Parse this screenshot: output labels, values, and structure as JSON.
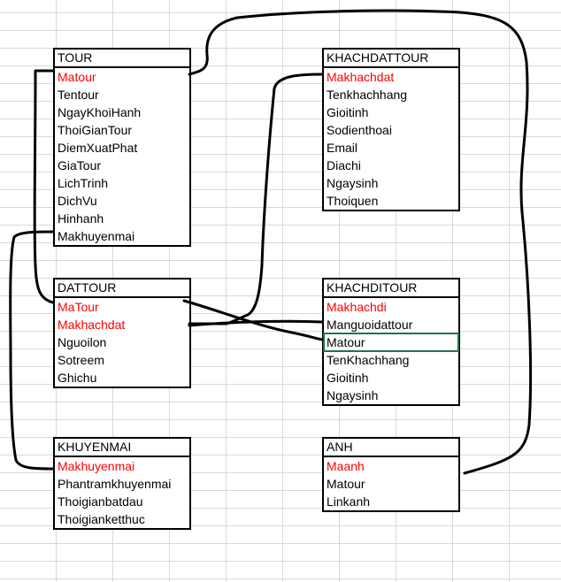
{
  "entities": {
    "tour": {
      "title": "TOUR",
      "fields": [
        "Matour",
        "Tentour",
        "NgayKhoiHanh",
        "ThoiGianTour",
        "DiemXuatPhat",
        "GiaTour",
        "LichTrinh",
        "DichVu",
        "Hinhanh",
        "Makhuyenmai"
      ]
    },
    "khachdattour": {
      "title": "KHACHDATTOUR",
      "fields": [
        "Makhachdat",
        "Tenkhachhang",
        "Gioitinh",
        "Sodienthoai",
        "Email",
        "Diachi",
        "Ngaysinh",
        "Thoiquen"
      ]
    },
    "dattour": {
      "title": "DATTOUR",
      "fields": [
        "MaTour",
        "Makhachdat",
        "Nguoilon",
        "Sotreem",
        "Ghichu"
      ]
    },
    "khachditour": {
      "title": "KHACHDITOUR",
      "fields": [
        "Makhachdi",
        "Manguoidattour",
        "Matour",
        "TenKhachhang",
        "Gioitinh",
        "Ngaysinh"
      ]
    },
    "khuyenmai": {
      "title": "KHUYENMAI",
      "fields": [
        "Makhuyenmai",
        "Phantramkhuyenmai",
        "Thoigianbatdau",
        "Thoigianketthuc"
      ]
    },
    "anh": {
      "title": "ANH",
      "fields": [
        "Maanh",
        "Matour",
        "Linkanh"
      ]
    }
  },
  "colors": {
    "key_field": "#ff0000",
    "border": "#000000",
    "gridline": "#d9d9d9",
    "selected_cell": "#217346"
  }
}
